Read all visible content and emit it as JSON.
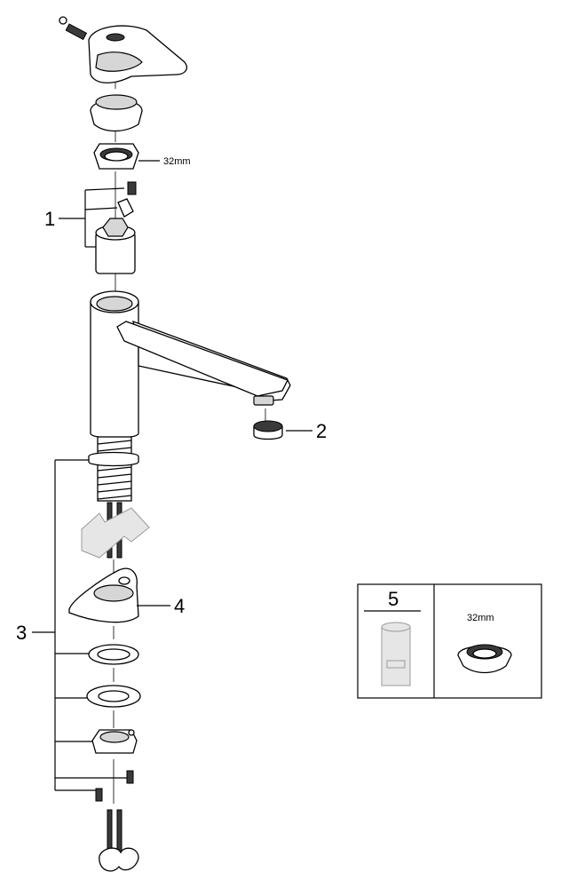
{
  "callouts": {
    "part_1": "1",
    "part_2": "2",
    "part_3": "3",
    "part_4": "4",
    "part_5": "5"
  },
  "dimensions": {
    "nut_size": "32mm",
    "inset_nut_size": "32mm"
  }
}
